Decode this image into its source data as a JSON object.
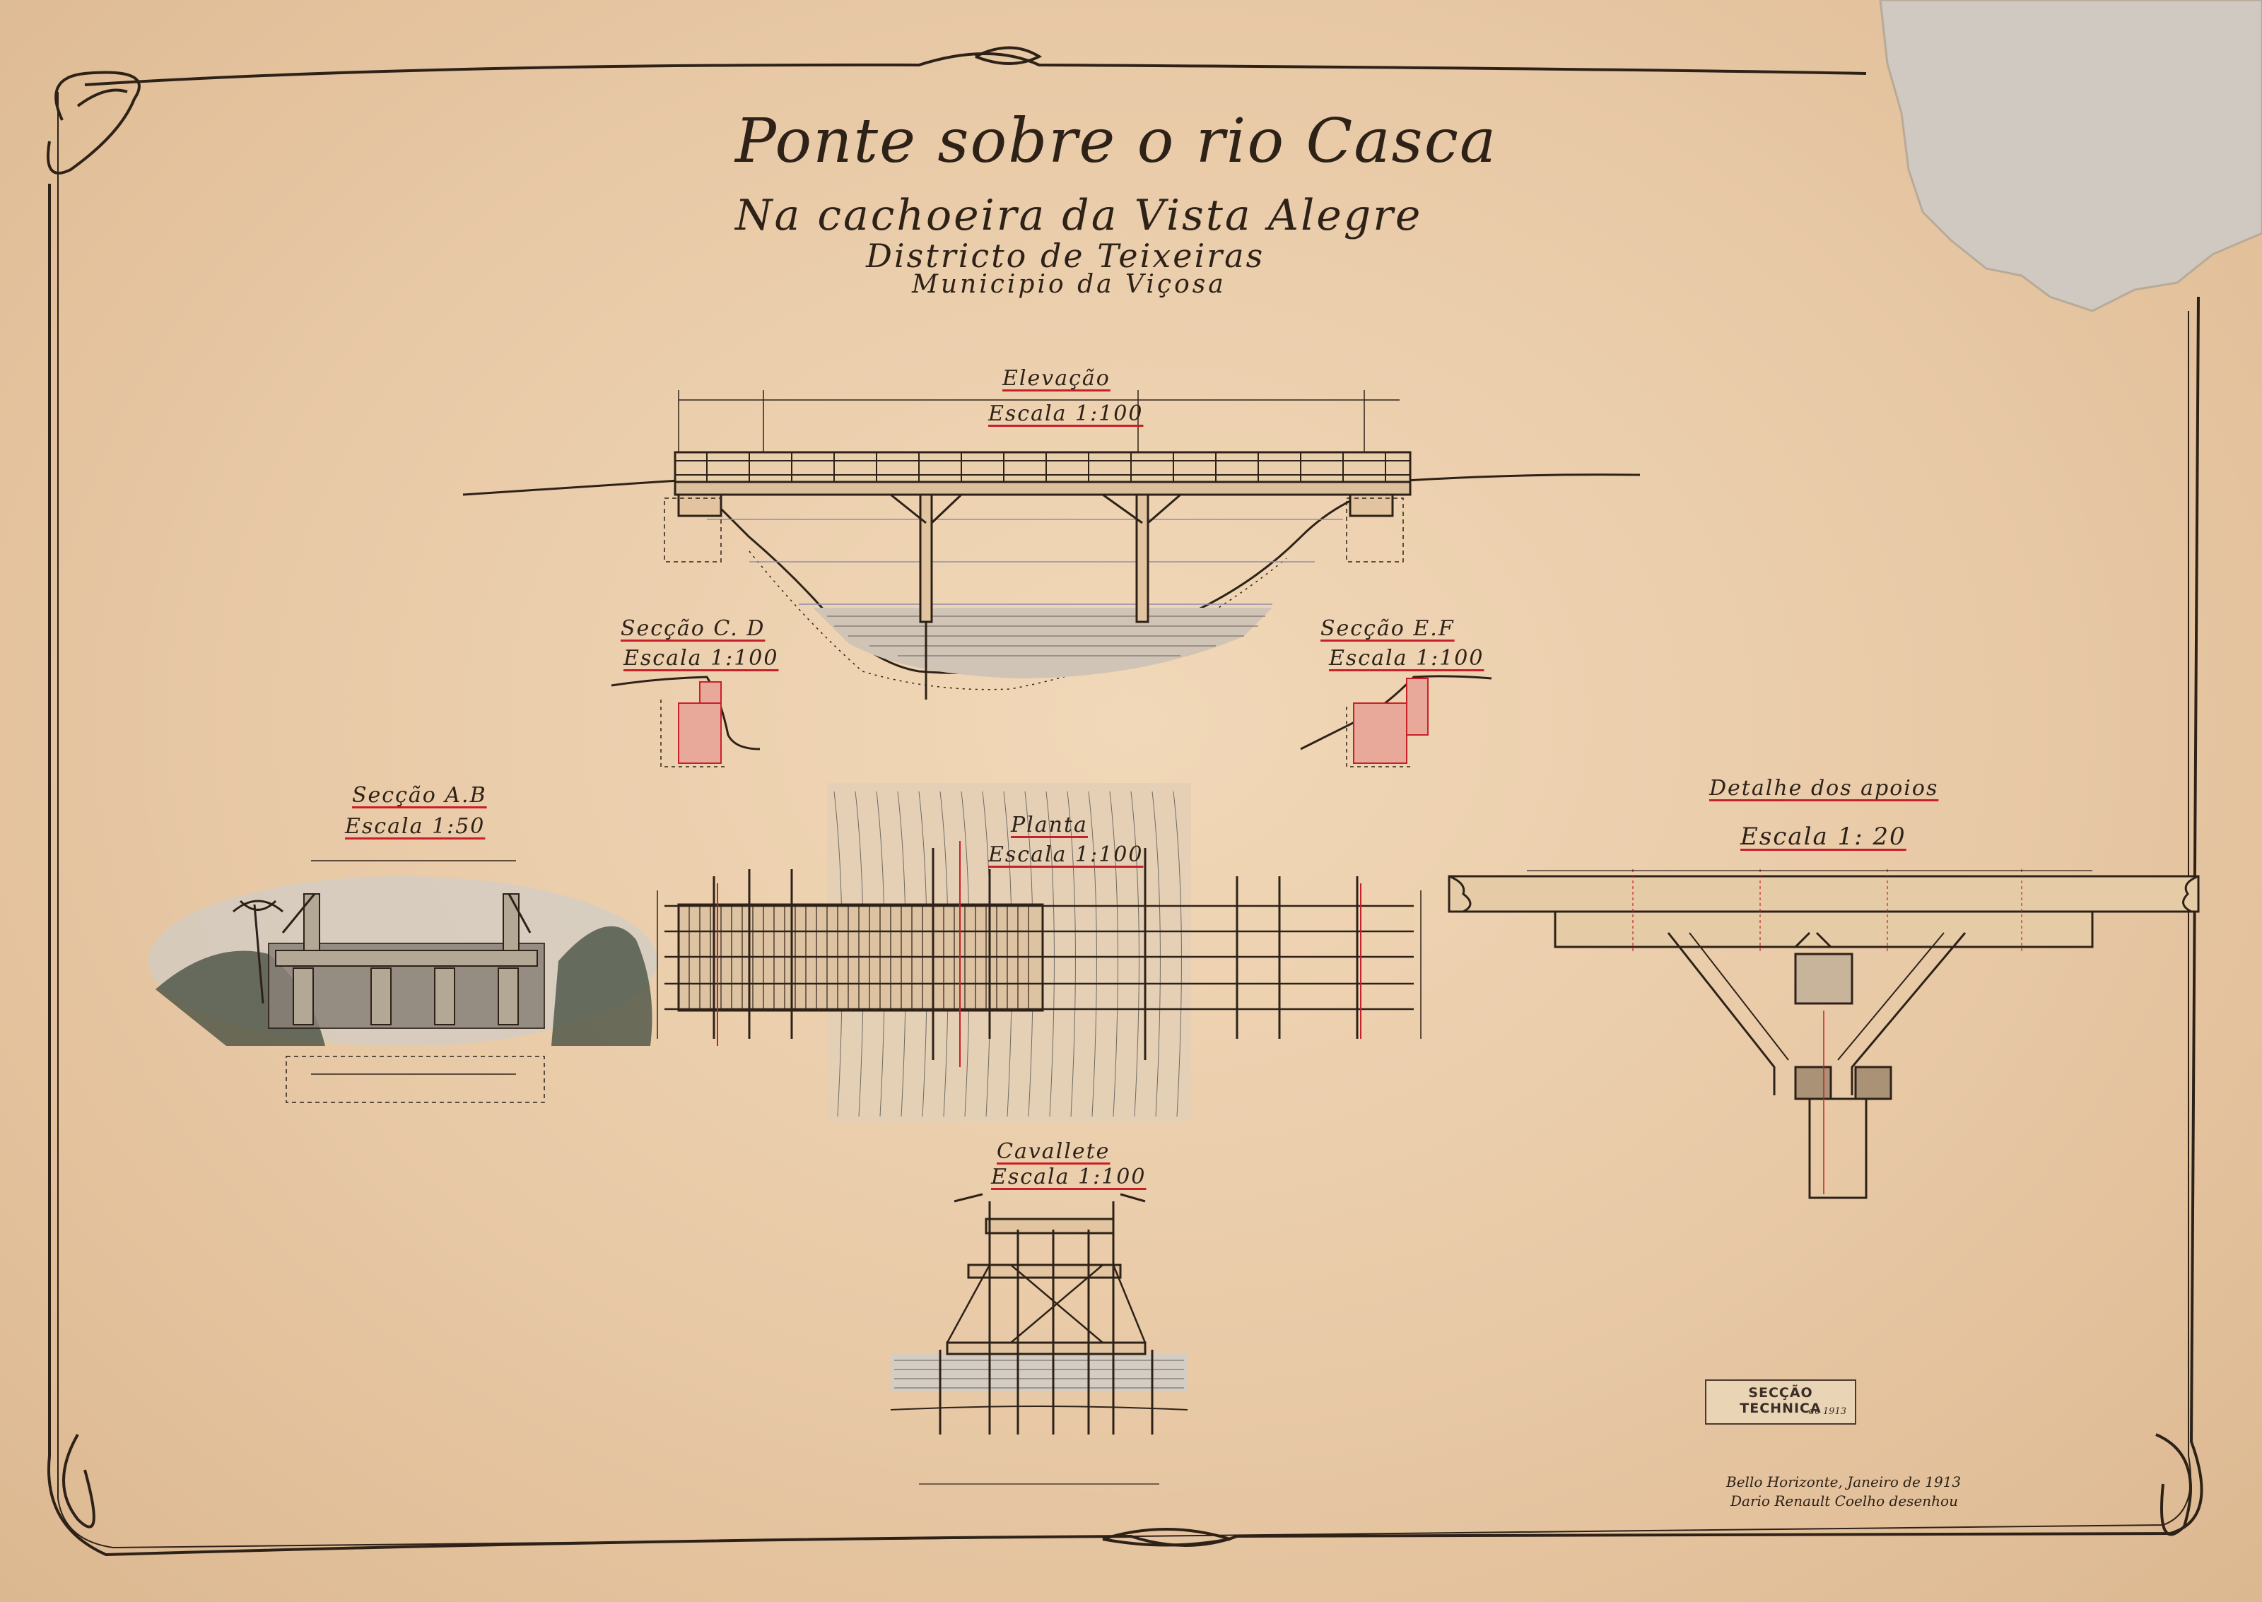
{
  "title": {
    "main": "Ponte sobre o rio Casca",
    "sub1": "Na cachoeira da Vista Alegre",
    "sub2": "Districto de Teixeiras",
    "sub3": "Municipio da Viçosa"
  },
  "views": {
    "elevacao": {
      "label": "Elevação",
      "scale": "Escala 1:100"
    },
    "secao_cd": {
      "label": "Secção C. D",
      "scale": "Escala 1:100"
    },
    "secao_ef": {
      "label": "Secção E.F",
      "scale": "Escala 1:100"
    },
    "secao_ab": {
      "label": "Secção A.B",
      "scale": "Escala 1:50"
    },
    "planta": {
      "label": "Planta",
      "scale": "Escala 1:100"
    },
    "detalhe": {
      "label": "Detalhe dos apoios",
      "scale": "Escala 1: 20"
    },
    "cavallete": {
      "label": "Cavallete",
      "scale": "Escala 1:100"
    }
  },
  "stamp": {
    "title": "SECÇÃO TECHNICA",
    "line": "de 1913"
  },
  "footer": {
    "place_date": "Bello Horizonte, Janeiro de 1913",
    "author": "Dario Renault Coelho desenhou"
  },
  "colors": {
    "paper": "#efd6b6",
    "ink": "#2e2218",
    "red_ink": "#c8202a",
    "water": "#c9c7c4"
  }
}
